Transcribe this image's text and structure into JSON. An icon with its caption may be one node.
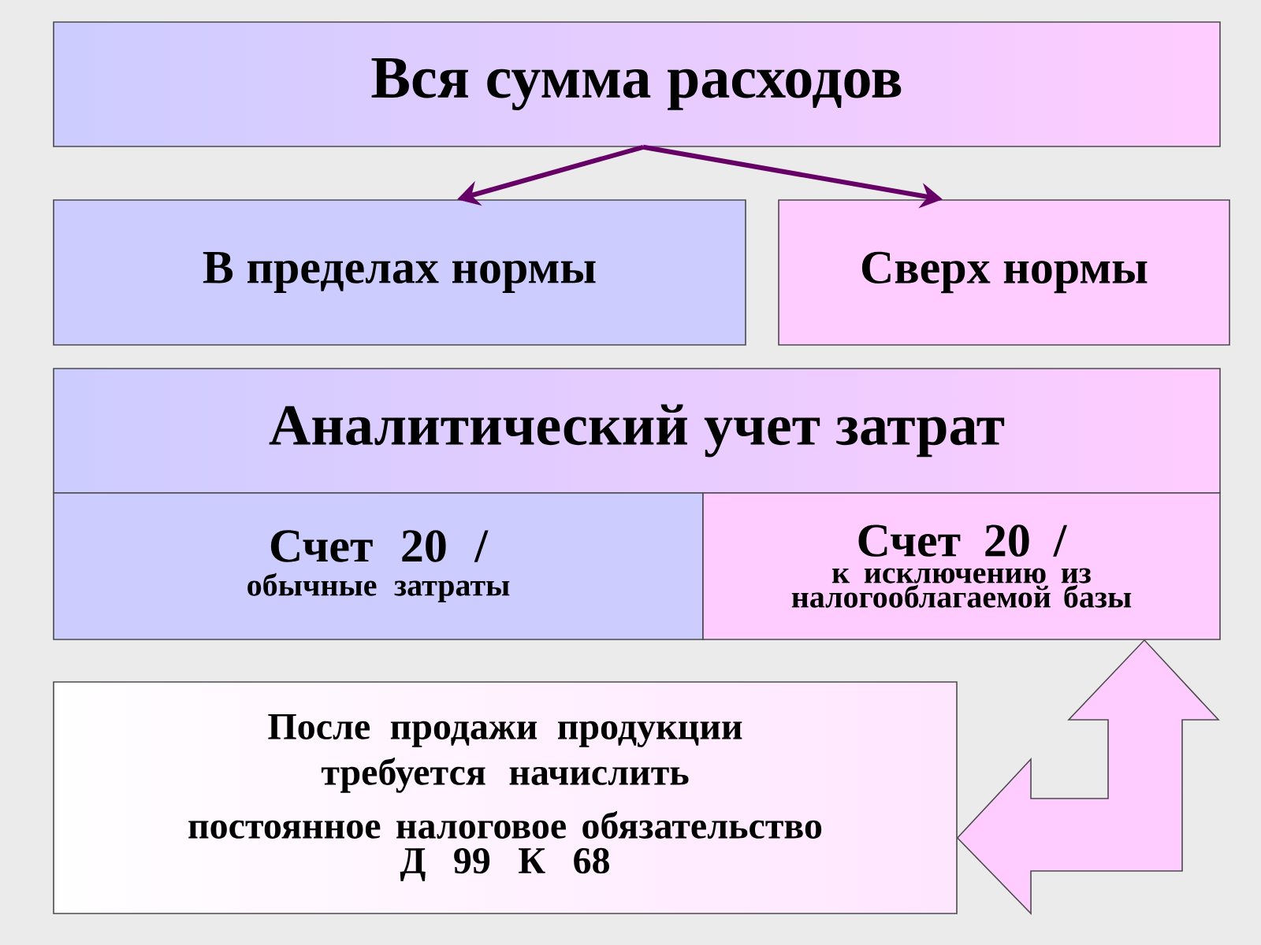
{
  "diagram": {
    "nodes": [
      {
        "text": [
          "Вся сумма расходов"
        ]
      },
      {
        "text": [
          "В пределах нормы"
        ]
      },
      {
        "text": [
          "Сверх нормы"
        ]
      },
      {
        "text": [
          "Аналитический учет затрат"
        ]
      },
      {
        "text": [
          "Счет 20 /",
          "обычные затраты"
        ]
      },
      {
        "text": [
          "Счет 20 /",
          "к исключению из налогооблагаемой базы"
        ]
      },
      {
        "text": [
          "После продажи продукции требуется начислить",
          "постоянное налоговое обязательство",
          "Д 99  К 68"
        ]
      }
    ],
    "edges": [
      {
        "from": 0,
        "to": 1,
        "arrow": "to"
      },
      {
        "from": 0,
        "to": 2,
        "arrow": "to"
      },
      {
        "from": 6,
        "to": 5,
        "arrow": "both",
        "style": "thick",
        "color": "#ffccff"
      }
    ]
  }
}
